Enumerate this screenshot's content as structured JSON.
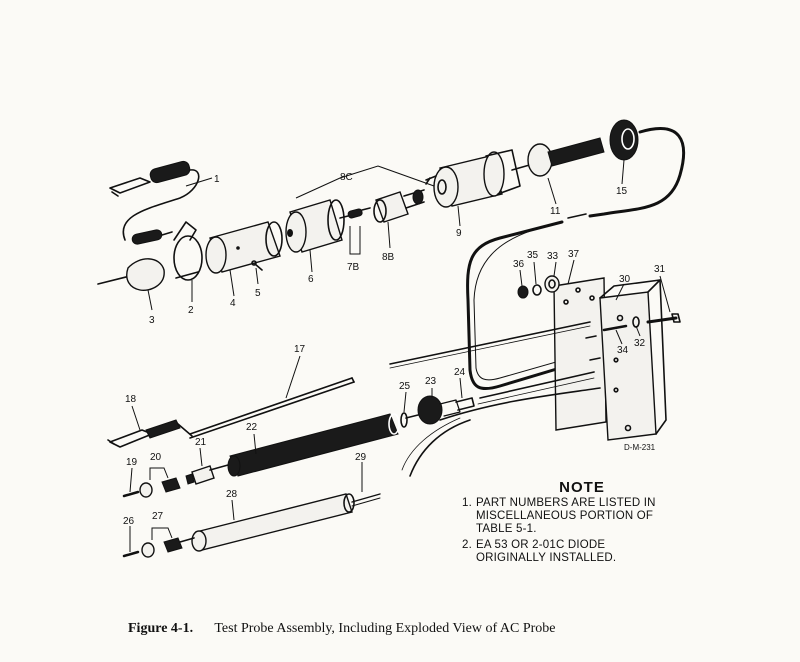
{
  "parts": {
    "p1": "1",
    "p2": "2",
    "p3": "3",
    "p4": "4",
    "p5": "5",
    "p6": "6",
    "p7b": "7B",
    "p8b": "8B",
    "p8c": "8C",
    "p9": "9",
    "p11": "11",
    "p15": "15",
    "p17": "17",
    "p18": "18",
    "p19": "19",
    "p20": "20",
    "p21": "21",
    "p22": "22",
    "p23": "23",
    "p24": "24",
    "p25": "25",
    "p26": "26",
    "p27": "27",
    "p28": "28",
    "p29": "29",
    "p30": "30",
    "p31": "31",
    "p32": "32",
    "p33": "33",
    "p34": "34",
    "p35": "35",
    "p36": "36",
    "p37": "37"
  },
  "drawing_code": "D-M-231",
  "note": {
    "title": "NOTE",
    "items": [
      {
        "num": "1.",
        "lines": [
          "PART NUMBERS ARE LISTED IN",
          "MISCELLANEOUS PORTION OF",
          "TABLE 5-1."
        ]
      },
      {
        "num": "2.",
        "lines": [
          "EA 53 OR 2-01C DIODE",
          "ORIGINALLY INSTALLED."
        ]
      }
    ]
  },
  "caption": {
    "label": "Figure 4-1.",
    "text": "Test Probe Assembly, Including Exploded View of AC Probe"
  }
}
